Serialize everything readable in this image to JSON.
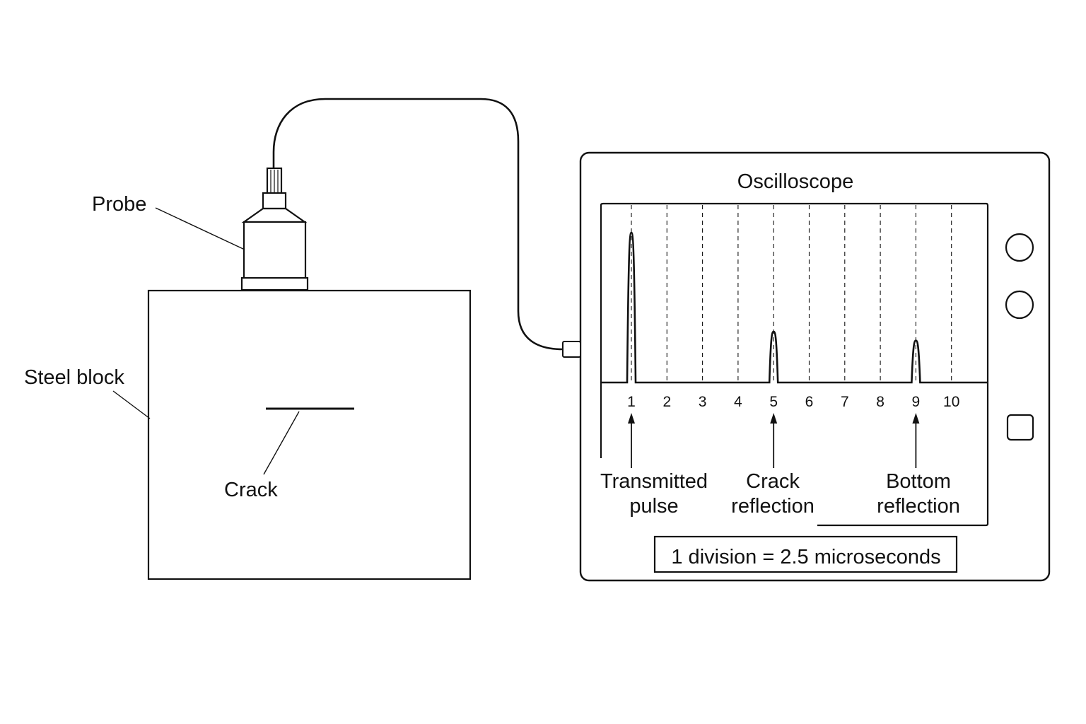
{
  "labels": {
    "probe": "Probe",
    "steel_block": "Steel block",
    "crack": "Crack",
    "oscilloscope": "Oscilloscope"
  },
  "screen": {
    "tick_labels": [
      "1",
      "2",
      "3",
      "4",
      "5",
      "6",
      "7",
      "8",
      "9",
      "10"
    ],
    "pulses": [
      {
        "division": 1,
        "relative_height": 1.0
      },
      {
        "division": 5,
        "relative_height": 0.34
      },
      {
        "division": 9,
        "relative_height": 0.28
      }
    ],
    "annotations": [
      {
        "line1": "Transmitted",
        "line2": "pulse",
        "division": 1
      },
      {
        "line1": "Crack",
        "line2": "reflection",
        "division": 5
      },
      {
        "line1": "Bottom",
        "line2": "reflection",
        "division": 9
      }
    ],
    "scale_note": "1 division = 2.5 microseconds"
  },
  "colors": {
    "stroke": "#111111",
    "background": "#ffffff"
  },
  "icons": [
    "knob-icon",
    "knob-icon",
    "square-button-icon",
    "cable-connector-icon"
  ]
}
